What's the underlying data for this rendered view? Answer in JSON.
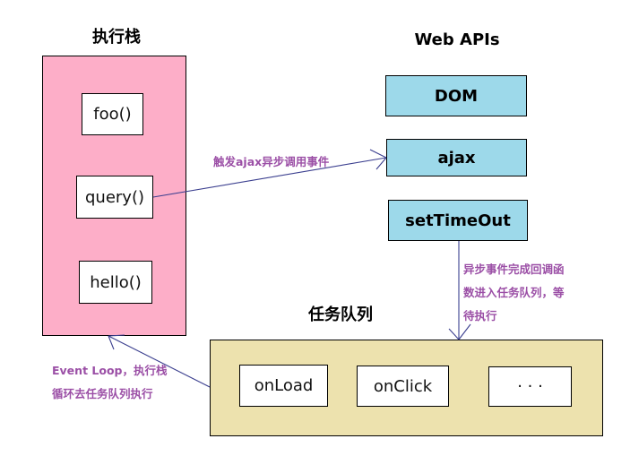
{
  "titles": {
    "call_stack": "执行栈",
    "web_apis": "Web APIs",
    "task_queue": "任务队列"
  },
  "call_stack": {
    "frames": [
      "foo()",
      "query()",
      "hello()"
    ]
  },
  "web_apis": {
    "items": [
      "DOM",
      "ajax",
      "setTimeOut"
    ]
  },
  "task_queue": {
    "items": [
      "onLoad",
      "onClick",
      "· · ·"
    ]
  },
  "annotations": {
    "ajax_trigger": "触发ajax异步调用事件",
    "callback_line1": "异步事件完成回调函",
    "callback_line2": "数进入任务队列，等",
    "callback_line3": "待执行",
    "event_loop_line1": "Event Loop，执行栈",
    "event_loop_line2": "循环去任务队列执行"
  },
  "colors": {
    "stack_bg": "#fdaec8",
    "queue_bg": "#ede2ae",
    "api_bg": "#9dd9ea",
    "annotation_text": "#9b4fa6",
    "arrow": "#3b3f8f"
  }
}
